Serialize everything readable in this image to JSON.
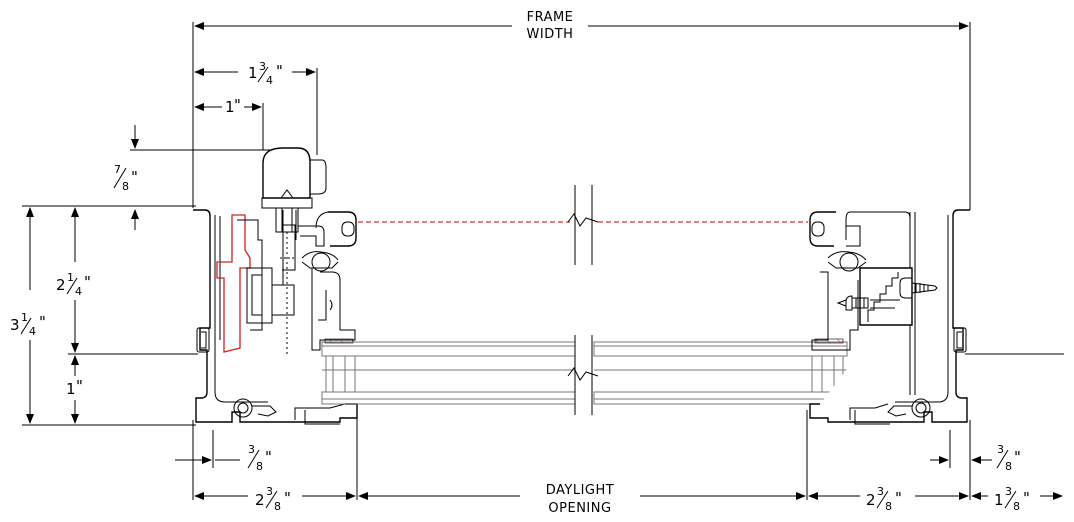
{
  "drawing": {
    "frame_width": {
      "line1": "FRAME",
      "line2": "WIDTH"
    },
    "daylight_opening": {
      "line1": "DAYLIGHT",
      "line2": "OPENING"
    },
    "dims": {
      "top_1_3_4": {
        "whole": "1",
        "num": "3",
        "den": "4",
        "unit": "\""
      },
      "top_1": {
        "whole": "1",
        "unit": "\""
      },
      "d_7_8": {
        "num": "7",
        "den": "8",
        "unit": "\""
      },
      "d_2_1_4": {
        "whole": "2",
        "num": "1",
        "den": "4",
        "unit": "\""
      },
      "d_3_1_4": {
        "whole": "3",
        "num": "1",
        "den": "4",
        "unit": "\""
      },
      "d_1": {
        "whole": "1",
        "unit": "\""
      },
      "left_3_8": {
        "num": "3",
        "den": "8",
        "unit": "\""
      },
      "left_2_3_8": {
        "whole": "2",
        "num": "3",
        "den": "8",
        "unit": "\""
      },
      "right_3_8": {
        "num": "3",
        "den": "8",
        "unit": "\""
      },
      "right_2_3_8": {
        "whole": "2",
        "num": "3",
        "den": "8",
        "unit": "\""
      },
      "right_1_3_8": {
        "whole": "1",
        "num": "3",
        "den": "8",
        "unit": "\""
      }
    }
  },
  "colors": {
    "line": "#000000",
    "section_hatch": "#d12020",
    "glass": "#777777"
  }
}
